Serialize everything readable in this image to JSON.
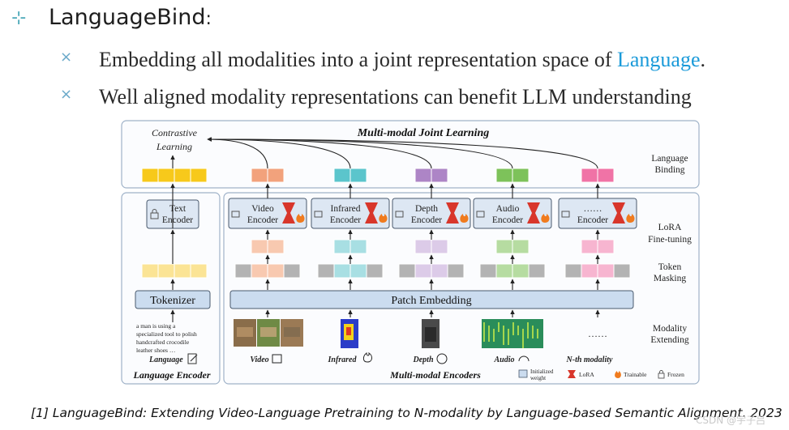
{
  "slide": {
    "title_mark": "⊹",
    "title": "LanguageBind",
    "title_colon": ":",
    "bullet_mark": "×",
    "bullets": [
      {
        "prefix": "Embedding all modalities into a joint representation space of ",
        "highlight": "Language",
        "suffix": "."
      },
      {
        "prefix": "Well aligned modality representations can benefit LLM understanding",
        "highlight": "",
        "suffix": ""
      }
    ],
    "citation": "[1] LanguageBind: Extending Video-Language Pretraining to N-modality by Language-based Semantic Alignment. 2023",
    "watermark": "CSDN @宇子吕"
  },
  "diagram": {
    "top_title": "Multi-modal Joint Learning",
    "contrastive_line1": "Contrastive",
    "contrastive_line2": "Learning",
    "right_labels": {
      "binding1": "Language",
      "binding2": "Binding",
      "lora1": "LoRA",
      "lora2": "Fine-tuning",
      "mask1": "Token",
      "mask2": "Masking",
      "ext1": "Modality",
      "ext2": "Extending"
    },
    "text_encoder": {
      "line1": "Text",
      "line2": "Encoder"
    },
    "tokenizer": "Tokenizer",
    "patch_embedding": "Patch Embedding",
    "sample_caption": [
      "a man is using a",
      "specialized tool to polish",
      "handcrafted crocodile",
      "leather shoes …"
    ],
    "language_label": "Language",
    "language_encoder_title": "Language Encoder",
    "multimodal_encoders_title": "Multi-modal Encoders",
    "encoders": [
      {
        "line1": "Video",
        "line2": "Encoder",
        "modality": "Video",
        "color": "#f2a27c",
        "light": "#f8c9b0"
      },
      {
        "line1": "Infrared",
        "line2": "Encoder",
        "modality": "Infrared",
        "color": "#5bc5cc",
        "light": "#a8dfe3"
      },
      {
        "line1": "Depth",
        "line2": "Encoder",
        "modality": "Depth",
        "color": "#ad85c6",
        "light": "#dccbe8"
      },
      {
        "line1": "Audio",
        "line2": "Encoder",
        "modality": "Audio",
        "color": "#7dc25a",
        "light": "#b6dca1"
      },
      {
        "line1": "……",
        "line2": "Encoder",
        "modality": "N-th modality",
        "color": "#f073a6",
        "light": "#f7b5d0"
      }
    ],
    "nth_dots": "……",
    "text_color": "#f7c91b",
    "text_light": "#fbe495",
    "legend": {
      "initialized1": "Initialized",
      "initialized2": "weight",
      "lora": "LoRA",
      "trainable": "Trainable",
      "frozen": "Frozen"
    },
    "colors": {
      "panel_border": "#9fb2c8",
      "encoder_fill": "#dde7f3",
      "patch_fill": "#cbdcef",
      "lora_red": "#d8362b",
      "mask_gray": "#b3b3b3"
    }
  }
}
